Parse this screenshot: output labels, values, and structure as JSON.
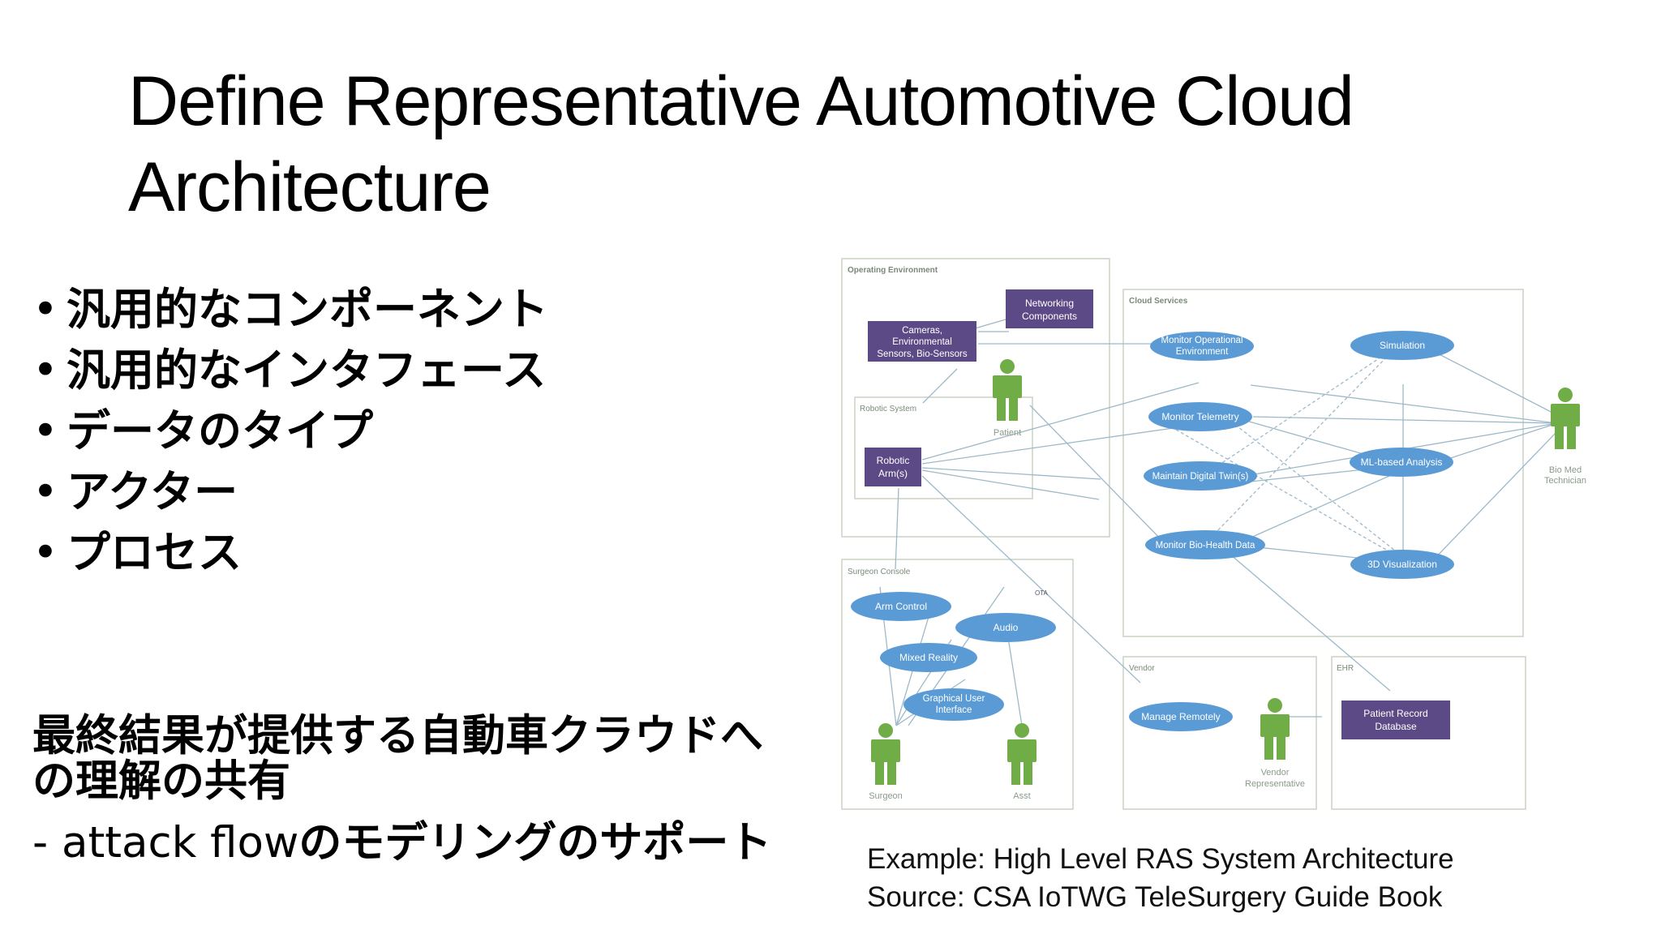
{
  "slide": {
    "title": "Define Representative Automotive Cloud Architecture",
    "bullets": [
      "汎用的なコンポーネント",
      "汎用的なインタフェース",
      "データのタイプ",
      "アクター",
      "プロセス"
    ],
    "bullet_marker": "•",
    "summary_line1": "最終結果が提供する自動車クラウドへの理解の共有",
    "summary_line2_prefix": "- attack flow",
    "summary_line2_suffix": "のモデリングのサポート",
    "caption_line1": "Example: High Level RAS System Architecture",
    "caption_line2": "Source: CSA IoTWG TeleSurgery Guide Book"
  },
  "diagram": {
    "groups": {
      "operating": "Operating Environment",
      "robotic": "Robotic System",
      "cloud": "Cloud Services",
      "surgeon": "Surgeon Console",
      "vendor": "Vendor",
      "ehr": "EHR"
    },
    "boxes": {
      "networking": [
        "Networking",
        "Components"
      ],
      "cameras": [
        "Cameras,",
        "Environmental",
        "Sensors, Bio-Sensors"
      ],
      "robotic_arm": [
        "Robotic",
        "Arm(s)"
      ],
      "patient_db": [
        "Patient Record",
        "Database"
      ]
    },
    "ellipses": {
      "monitor_env": [
        "Monitor Operational",
        "Environment"
      ],
      "simulation": "Simulation",
      "telemetry": "Monitor Telemetry",
      "digital_twin": "Maintain Digital Twin(s)",
      "ml": "ML-based Analysis",
      "biohealth": "Monitor Bio-Health Data",
      "viz": "3D Visualization",
      "arm_control": "Arm Control",
      "audio": "Audio",
      "mixed_reality": "Mixed Reality",
      "gui": [
        "Graphical User",
        "Interface"
      ],
      "manage": "Manage Remotely"
    },
    "actors": {
      "patient": "Patient",
      "biomed": [
        "Bio Med",
        "Technician"
      ],
      "surgeon": "Surgeon",
      "asst": "Asst",
      "vendor_rep": [
        "Vendor",
        "Representative"
      ]
    },
    "line_label": "OTA",
    "colors": {
      "box": "#5b4a86",
      "ellipse": "#5b9bd5",
      "actor": "#70ad47",
      "line": "#9db9c9",
      "frame": "#c9d3c4"
    }
  }
}
